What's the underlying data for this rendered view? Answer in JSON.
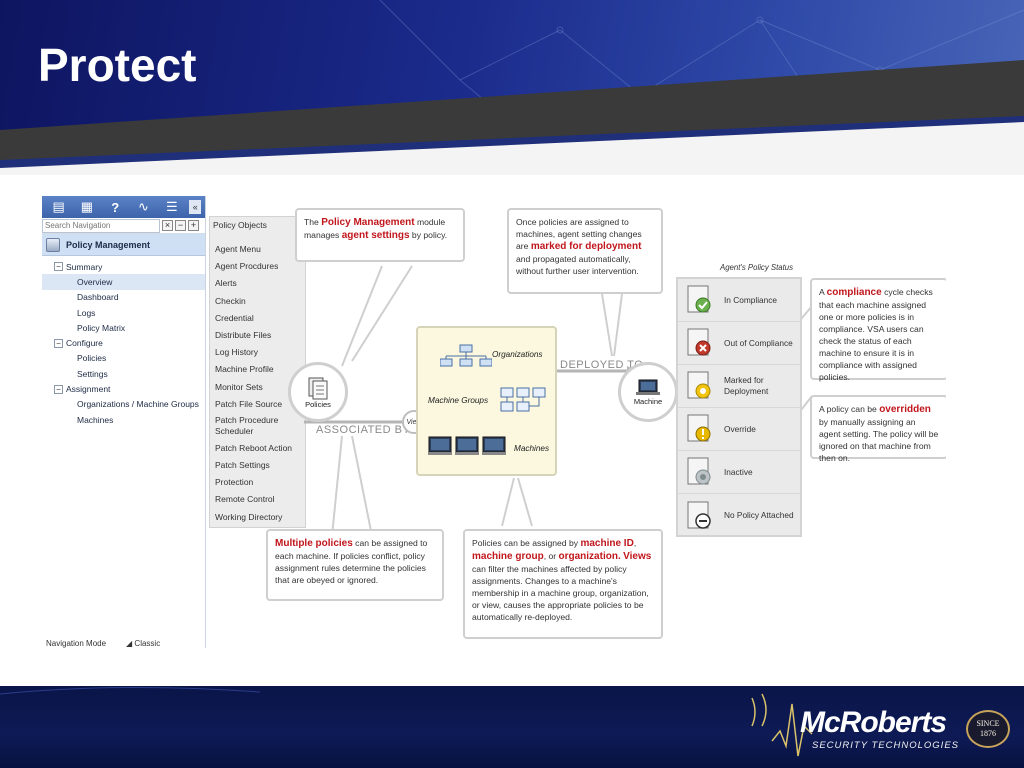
{
  "slide": {
    "title": "Protect"
  },
  "nav": {
    "toolbar_icons": [
      "book-icon",
      "cabinet-icon",
      "help-icon",
      "chart-icon",
      "notepad-icon",
      "collapse-icon"
    ],
    "search_placeholder": "Search Navigation",
    "module": "Policy Management",
    "tree": [
      {
        "label": "Summary",
        "level": 1,
        "expander": true
      },
      {
        "label": "Overview",
        "level": 2,
        "selected": true
      },
      {
        "label": "Dashboard",
        "level": 2
      },
      {
        "label": "Logs",
        "level": 2
      },
      {
        "label": "Policy Matrix",
        "level": 2
      },
      {
        "label": "Configure",
        "level": 1,
        "expander": true
      },
      {
        "label": "Policies",
        "level": 2
      },
      {
        "label": "Settings",
        "level": 2
      },
      {
        "label": "Assignment",
        "level": 1,
        "expander": true
      },
      {
        "label": "Organizations / Machine Groups",
        "level": 2
      },
      {
        "label": "Machines",
        "level": 2
      }
    ],
    "footer_label": "Navigation Mode",
    "footer_value": "Classic"
  },
  "policy_objects": {
    "title": "Policy Objects",
    "items": [
      "Agent Menu",
      "Agent Procdures",
      "Alerts",
      "Checkin",
      "Credential",
      "Distribute Files",
      "Log History",
      "Machine Profile",
      "Monitor Sets",
      "Patch File Source",
      "Patch Procedure Scheduler",
      "Patch Reboot Action",
      "Patch Settings",
      "Protection",
      "Remote Control",
      "Working Directory"
    ]
  },
  "callouts": {
    "top_left": {
      "pre": "The ",
      "h1": "Policy Management",
      "mid": " module manages ",
      "h2": "agent settings",
      "post": " by policy."
    },
    "top_middle": {
      "pre": "Once policies are assigned to machines, agent setting changes are ",
      "h1": "marked for deployment",
      "post": " and propagated automatically, without further user intervention."
    },
    "bottom_left": {
      "h1": "Multiple policies",
      "post": " can be assigned to each machine. If policies conflict, policy assignment rules determine the policies that are obeyed or ignored."
    },
    "bottom_middle": {
      "pre": "Policies can be assigned by ",
      "h1": "machine ID",
      "sep1": ", ",
      "h2": "machine group",
      "sep2": ", or ",
      "h3": "organization.",
      "h4": "Views",
      "post": " can filter the machines affected by policy assignments. Changes to a machine's membership in a machine group, organization, or view, causes the appropriate policies to be automatically re-deployed."
    },
    "right_top": {
      "pre": "A ",
      "h1": "compliance",
      "post": " cycle checks that each machine assigned one or more policies is in compliance. VSA users can check the status of each machine to ensure it is in compliance with assigned policies."
    },
    "right_bottom": {
      "pre": "A policy can be ",
      "h1": "overridden",
      "post": " by manually assigning an agent setting. The policy will be ignored on that machine from then on."
    }
  },
  "diagram": {
    "policies_label": "Policies",
    "associated_by": "ASSOCIATED BY",
    "view_label": "View",
    "organizations": "Organizations",
    "machine_groups": "Machine Groups",
    "machines": "Machines",
    "deployed_to": "DEPLOYED TO",
    "machine_label": "Machine"
  },
  "status": {
    "title": "Agent's Policy Status",
    "rows": [
      {
        "label": "In Compliance",
        "icon": "check-gear-icon",
        "color": "#6ab04c"
      },
      {
        "label": "Out of Compliance",
        "icon": "error-gear-icon",
        "color": "#c0392b"
      },
      {
        "label": "Marked for Deployment",
        "icon": "pending-gear-icon",
        "color": "#f1c40f"
      },
      {
        "label": "Override",
        "icon": "override-icon",
        "color": "#e6b800"
      },
      {
        "label": "Inactive",
        "icon": "inactive-icon",
        "color": "#7f8c8d"
      },
      {
        "label": "No Policy Attached",
        "icon": "no-policy-icon",
        "color": "#555555"
      }
    ]
  },
  "footer": {
    "brand": "McRoberts",
    "tagline": "SECURITY TECHNOLOGIES",
    "seal_line1": "SINCE",
    "seal_line2": "1876"
  }
}
